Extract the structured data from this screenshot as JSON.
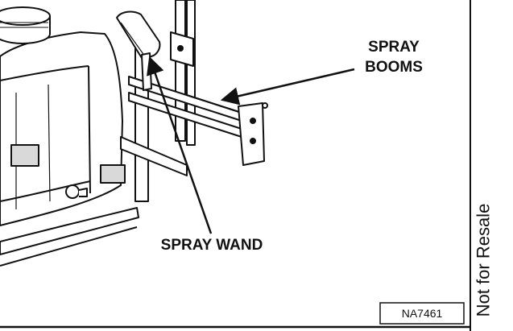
{
  "labels": {
    "spray_booms_line1": "SPRAY",
    "spray_booms_line2": "BOOMS",
    "spray_wand": "SPRAY WAND"
  },
  "figure_number": "NA7461",
  "side_stamp": "Not for Resale",
  "colors": {
    "ink": "#111111",
    "paper": "#ffffff",
    "shade": "#d9d9d9"
  }
}
